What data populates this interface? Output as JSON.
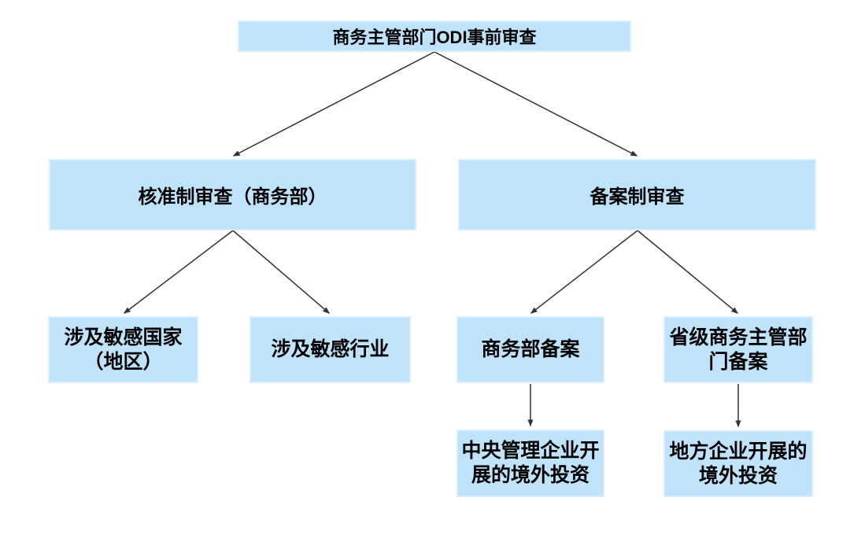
{
  "diagram": {
    "type": "flowchart",
    "colors": {
      "node_fill": "#BFE3FA",
      "node_border": "#D9EDFC",
      "text": "#000000",
      "connector": "#333333",
      "background": "#FFFFFF"
    },
    "nodes": {
      "root": {
        "label": "商务主管部门ODI事前审查"
      },
      "approval_review": {
        "label": "核准制审查（商务部）"
      },
      "filing_review": {
        "label": "备案制审查"
      },
      "sensitive_country": {
        "label": "涉及敏感国家\n（地区）"
      },
      "sensitive_industry": {
        "label": "涉及敏感行业"
      },
      "mofcom_filing": {
        "label": "商务部备案"
      },
      "provincial_filing": {
        "label": "省级商务主管部\n门备案"
      },
      "central_soe_investment": {
        "label": "中央管理企业开\n展的境外投资"
      },
      "local_enterprise_investment": {
        "label": "地方企业开展的\n境外投资"
      }
    },
    "edges": [
      {
        "from": "root",
        "to": "approval_review"
      },
      {
        "from": "root",
        "to": "filing_review"
      },
      {
        "from": "approval_review",
        "to": "sensitive_country"
      },
      {
        "from": "approval_review",
        "to": "sensitive_industry"
      },
      {
        "from": "filing_review",
        "to": "mofcom_filing"
      },
      {
        "from": "filing_review",
        "to": "provincial_filing"
      },
      {
        "from": "mofcom_filing",
        "to": "central_soe_investment"
      },
      {
        "from": "provincial_filing",
        "to": "local_enterprise_investment"
      }
    ]
  }
}
